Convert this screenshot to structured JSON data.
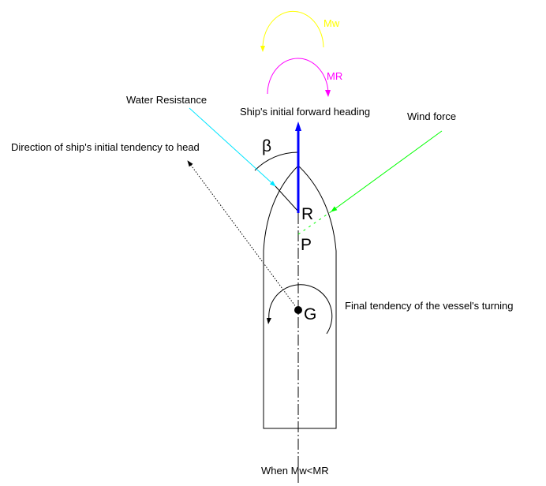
{
  "title": "When Mw<MR",
  "moments": {
    "wind": "Mw",
    "resistance": "MR"
  },
  "labels": {
    "heading": "Ship's initial forward heading",
    "water_resistance": "Water Resistance",
    "wind_force": "Wind force",
    "initial_tendency": "Direction of ship's initial tendency to head",
    "final_tendency": "Final tendency of the vessel's turning",
    "beta": "β",
    "point_r": "R",
    "point_p": "P",
    "point_g": "G"
  },
  "colors": {
    "wind_moment": "#ffff00",
    "resistance_moment": "#ff00ff",
    "heading": "#0000ff",
    "water": "#00e5ff",
    "wind": "#00ff00"
  }
}
